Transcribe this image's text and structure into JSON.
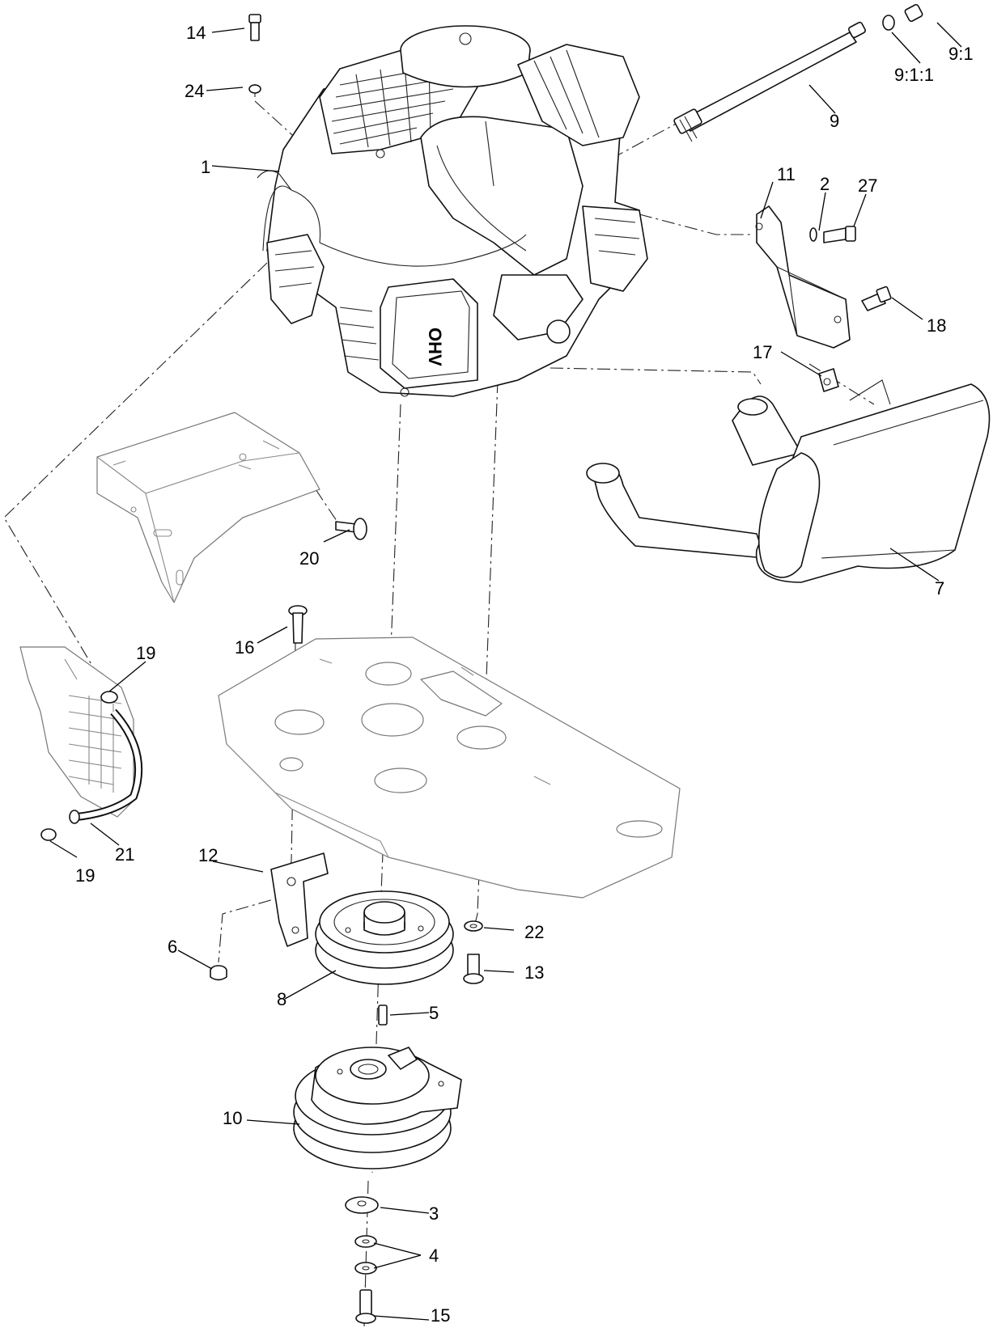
{
  "callouts": [
    {
      "id": "14"
    },
    {
      "id": "24"
    },
    {
      "id": "1"
    },
    {
      "id": "9:1"
    },
    {
      "id": "9:1:1"
    },
    {
      "id": "9"
    },
    {
      "id": "11"
    },
    {
      "id": "2"
    },
    {
      "id": "27"
    },
    {
      "id": "18"
    },
    {
      "id": "17"
    },
    {
      "id": "20"
    },
    {
      "id": "7"
    },
    {
      "id": "16"
    },
    {
      "id": "19"
    },
    {
      "id": "19"
    },
    {
      "id": "21"
    },
    {
      "id": "12"
    },
    {
      "id": "22"
    },
    {
      "id": "6"
    },
    {
      "id": "13"
    },
    {
      "id": "8"
    },
    {
      "id": "5"
    },
    {
      "id": "10"
    },
    {
      "id": "3"
    },
    {
      "id": "4"
    },
    {
      "id": "15"
    }
  ],
  "engine_badge": "OHV"
}
